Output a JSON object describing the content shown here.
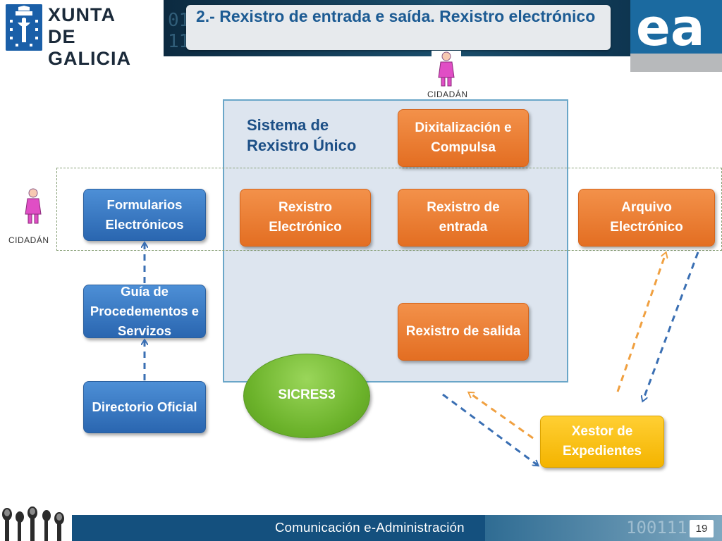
{
  "header": {
    "brand_line1": "XUNTA",
    "brand_line2": "DE GALICIA",
    "title": "2.- Rexistro de entrada e saída. Rexistro electrónico",
    "binary_left": "01",
    "binary_left2": "11",
    "logo_text": "ea"
  },
  "diagram": {
    "system_title": "Sistema de Rexistro Único",
    "citizen_top_label": "CIDADÁN",
    "citizen_left_label": "CIDADÁN",
    "nodes": {
      "dixitalizacion": "Dixitalización e Compulsa",
      "rexistro_electronico": "Rexistro Electrónico",
      "rexistro_entrada": "Rexistro de entrada",
      "rexistro_salida": "Rexistro de salida",
      "arquivo": "Arquivo Electrónico",
      "formularios": "Formularios Electrónicos",
      "guia": "Guía de Procedementos e Servizos",
      "directorio": "Directorio Oficial",
      "sicres": "SICRES3",
      "xestor": "Xestor de Expedientes"
    },
    "colors": {
      "orange": "#e8772b",
      "blue": "#2f6cb5",
      "green": "#6bb22a",
      "yellow": "#f6b800",
      "arrow_blue": "#3a6fb3",
      "arrow_orange": "#f0a040"
    }
  },
  "footer": {
    "text": "Comunicación  e-Administración",
    "page": "19",
    "binary": "100111"
  }
}
